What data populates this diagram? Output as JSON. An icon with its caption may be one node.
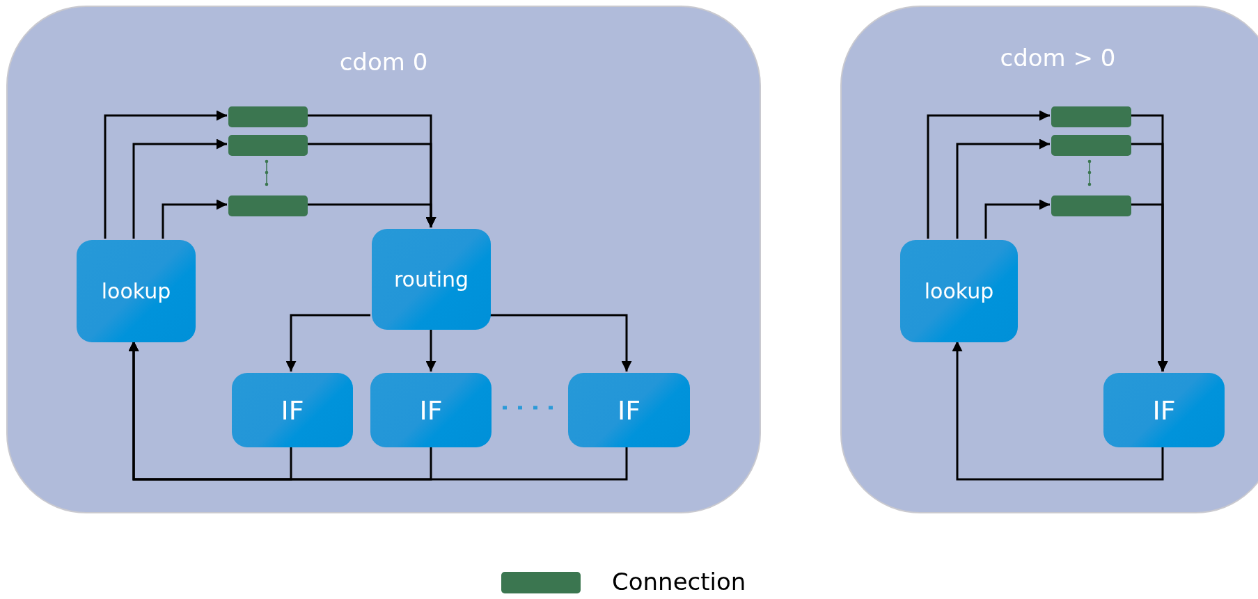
{
  "diagram": {
    "nodes": [
      {
        "text": [
          "cdom 0"
        ]
      },
      {
        "text": [],
        "shape": "bar",
        "in": 0
      },
      {
        "text": [],
        "shape": "bar",
        "in": 0
      },
      {
        "text": [],
        "shape": "bar",
        "in": 0
      },
      {
        "text": [
          "lookup"
        ],
        "in": 0
      },
      {
        "text": [
          "routing"
        ],
        "in": 0
      },
      {
        "text": [
          "IF"
        ],
        "in": 0
      },
      {
        "text": [
          "IF"
        ],
        "in": 0
      },
      {
        "text": [
          "IF"
        ],
        "in": 0
      },
      {
        "text": [
          "cdom > 0"
        ]
      },
      {
        "text": [],
        "shape": "bar",
        "in": 9
      },
      {
        "text": [],
        "shape": "bar",
        "in": 9
      },
      {
        "text": [],
        "shape": "bar",
        "in": 9
      },
      {
        "text": [
          "lookup"
        ],
        "in": 9
      },
      {
        "text": [
          "IF"
        ],
        "in": 9
      }
    ],
    "edges": [
      {
        "from": 4,
        "to": 1,
        "arrow": "to"
      },
      {
        "from": 4,
        "to": 2,
        "arrow": "to"
      },
      {
        "from": 4,
        "to": 3,
        "arrow": "to"
      },
      {
        "from": 1,
        "to": 5,
        "arrow": "to"
      },
      {
        "from": 2,
        "to": 5,
        "arrow": "to"
      },
      {
        "from": 3,
        "to": 5,
        "arrow": "to"
      },
      {
        "from": 5,
        "to": 6,
        "arrow": "to"
      },
      {
        "from": 5,
        "to": 7,
        "arrow": "to"
      },
      {
        "from": 5,
        "to": 8,
        "arrow": "to"
      },
      {
        "from": 6,
        "to": 4,
        "arrow": "to"
      },
      {
        "from": 7,
        "to": 4,
        "arrow": "to"
      },
      {
        "from": 8,
        "to": 4,
        "arrow": "to"
      },
      {
        "from": 13,
        "to": 10,
        "arrow": "to"
      },
      {
        "from": 13,
        "to": 11,
        "arrow": "to"
      },
      {
        "from": 13,
        "to": 12,
        "arrow": "to"
      },
      {
        "from": 10,
        "to": 14,
        "arrow": "to"
      },
      {
        "from": 11,
        "to": 14,
        "arrow": "to"
      },
      {
        "from": 12,
        "to": 14,
        "arrow": "to"
      },
      {
        "from": 14,
        "to": 13,
        "arrow": "to"
      }
    ],
    "legend": [
      {
        "text": "Connection",
        "color": "#3b7650"
      }
    ]
  }
}
